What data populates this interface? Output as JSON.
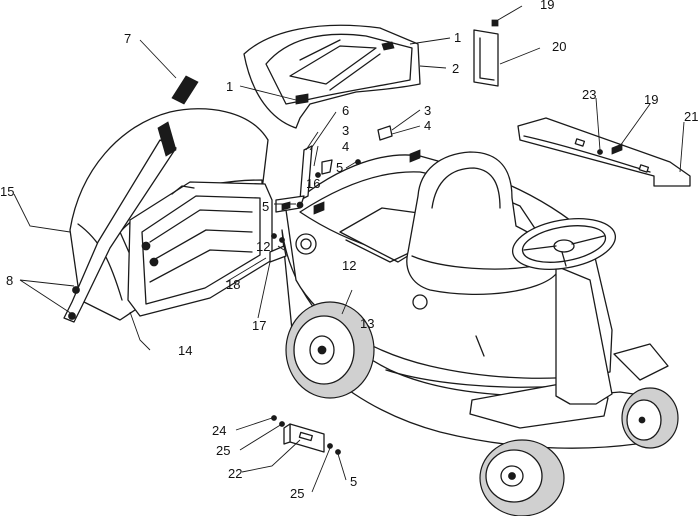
{
  "diagram": {
    "callouts": [
      {
        "label": "1"
      },
      {
        "label": "1"
      },
      {
        "label": "2"
      },
      {
        "label": "3"
      },
      {
        "label": "3"
      },
      {
        "label": "4"
      },
      {
        "label": "4"
      },
      {
        "label": "5"
      },
      {
        "label": "5"
      },
      {
        "label": "5"
      },
      {
        "label": "6"
      },
      {
        "label": "7"
      },
      {
        "label": "8"
      },
      {
        "label": "12"
      },
      {
        "label": "12"
      },
      {
        "label": "13"
      },
      {
        "label": "14"
      },
      {
        "label": "15"
      },
      {
        "label": "16"
      },
      {
        "label": "17"
      },
      {
        "label": "18"
      },
      {
        "label": "19"
      },
      {
        "label": "19"
      },
      {
        "label": "20"
      },
      {
        "label": "21"
      },
      {
        "label": "22"
      },
      {
        "label": "23"
      },
      {
        "label": "24"
      },
      {
        "label": "25"
      },
      {
        "label": "25"
      }
    ]
  }
}
